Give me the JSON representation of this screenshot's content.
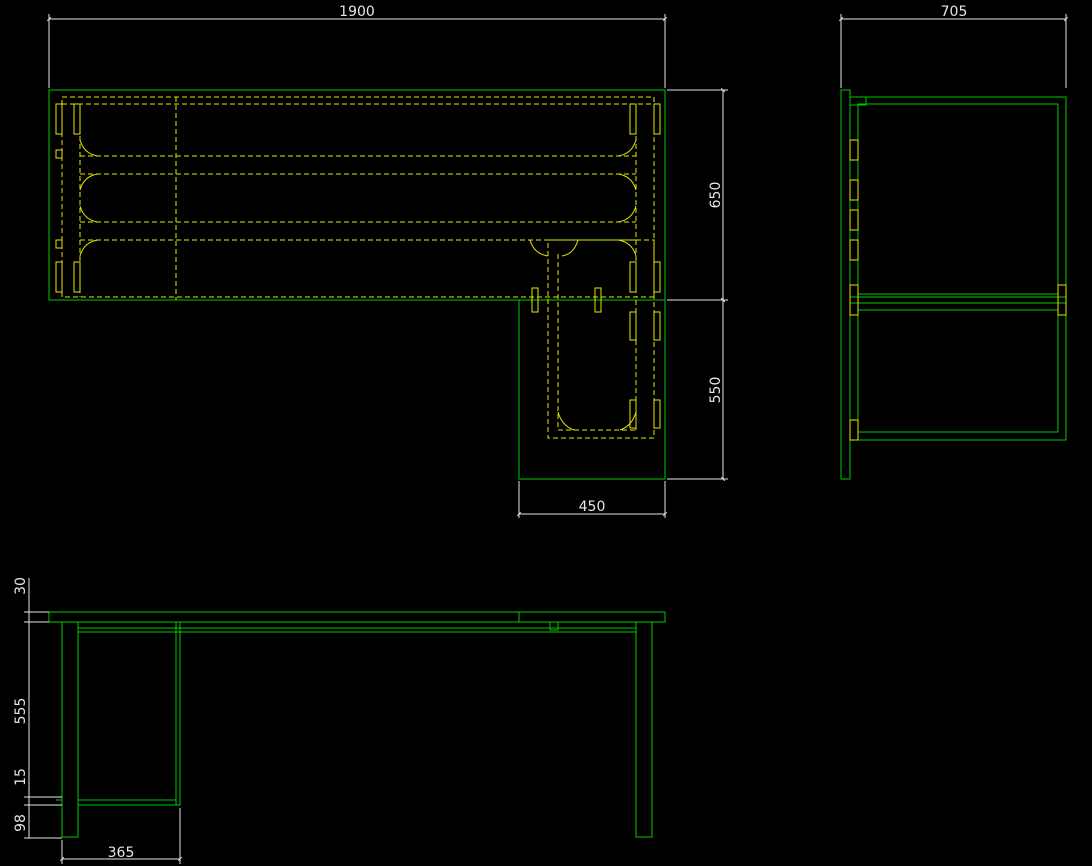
{
  "drawing": {
    "colors": {
      "background": "#000000",
      "outline": "#00c800",
      "hidden_lines": "#e6e600",
      "dimensions": "#e6e6e6"
    },
    "dimensions": {
      "top_width": "1900",
      "side_depth": "705",
      "top_depth": "650",
      "return_depth": "550",
      "return_width": "450",
      "top_thickness": "30",
      "leg_height": "555",
      "rail_thickness": "15",
      "foot_height": "98",
      "end_width": "365"
    }
  }
}
